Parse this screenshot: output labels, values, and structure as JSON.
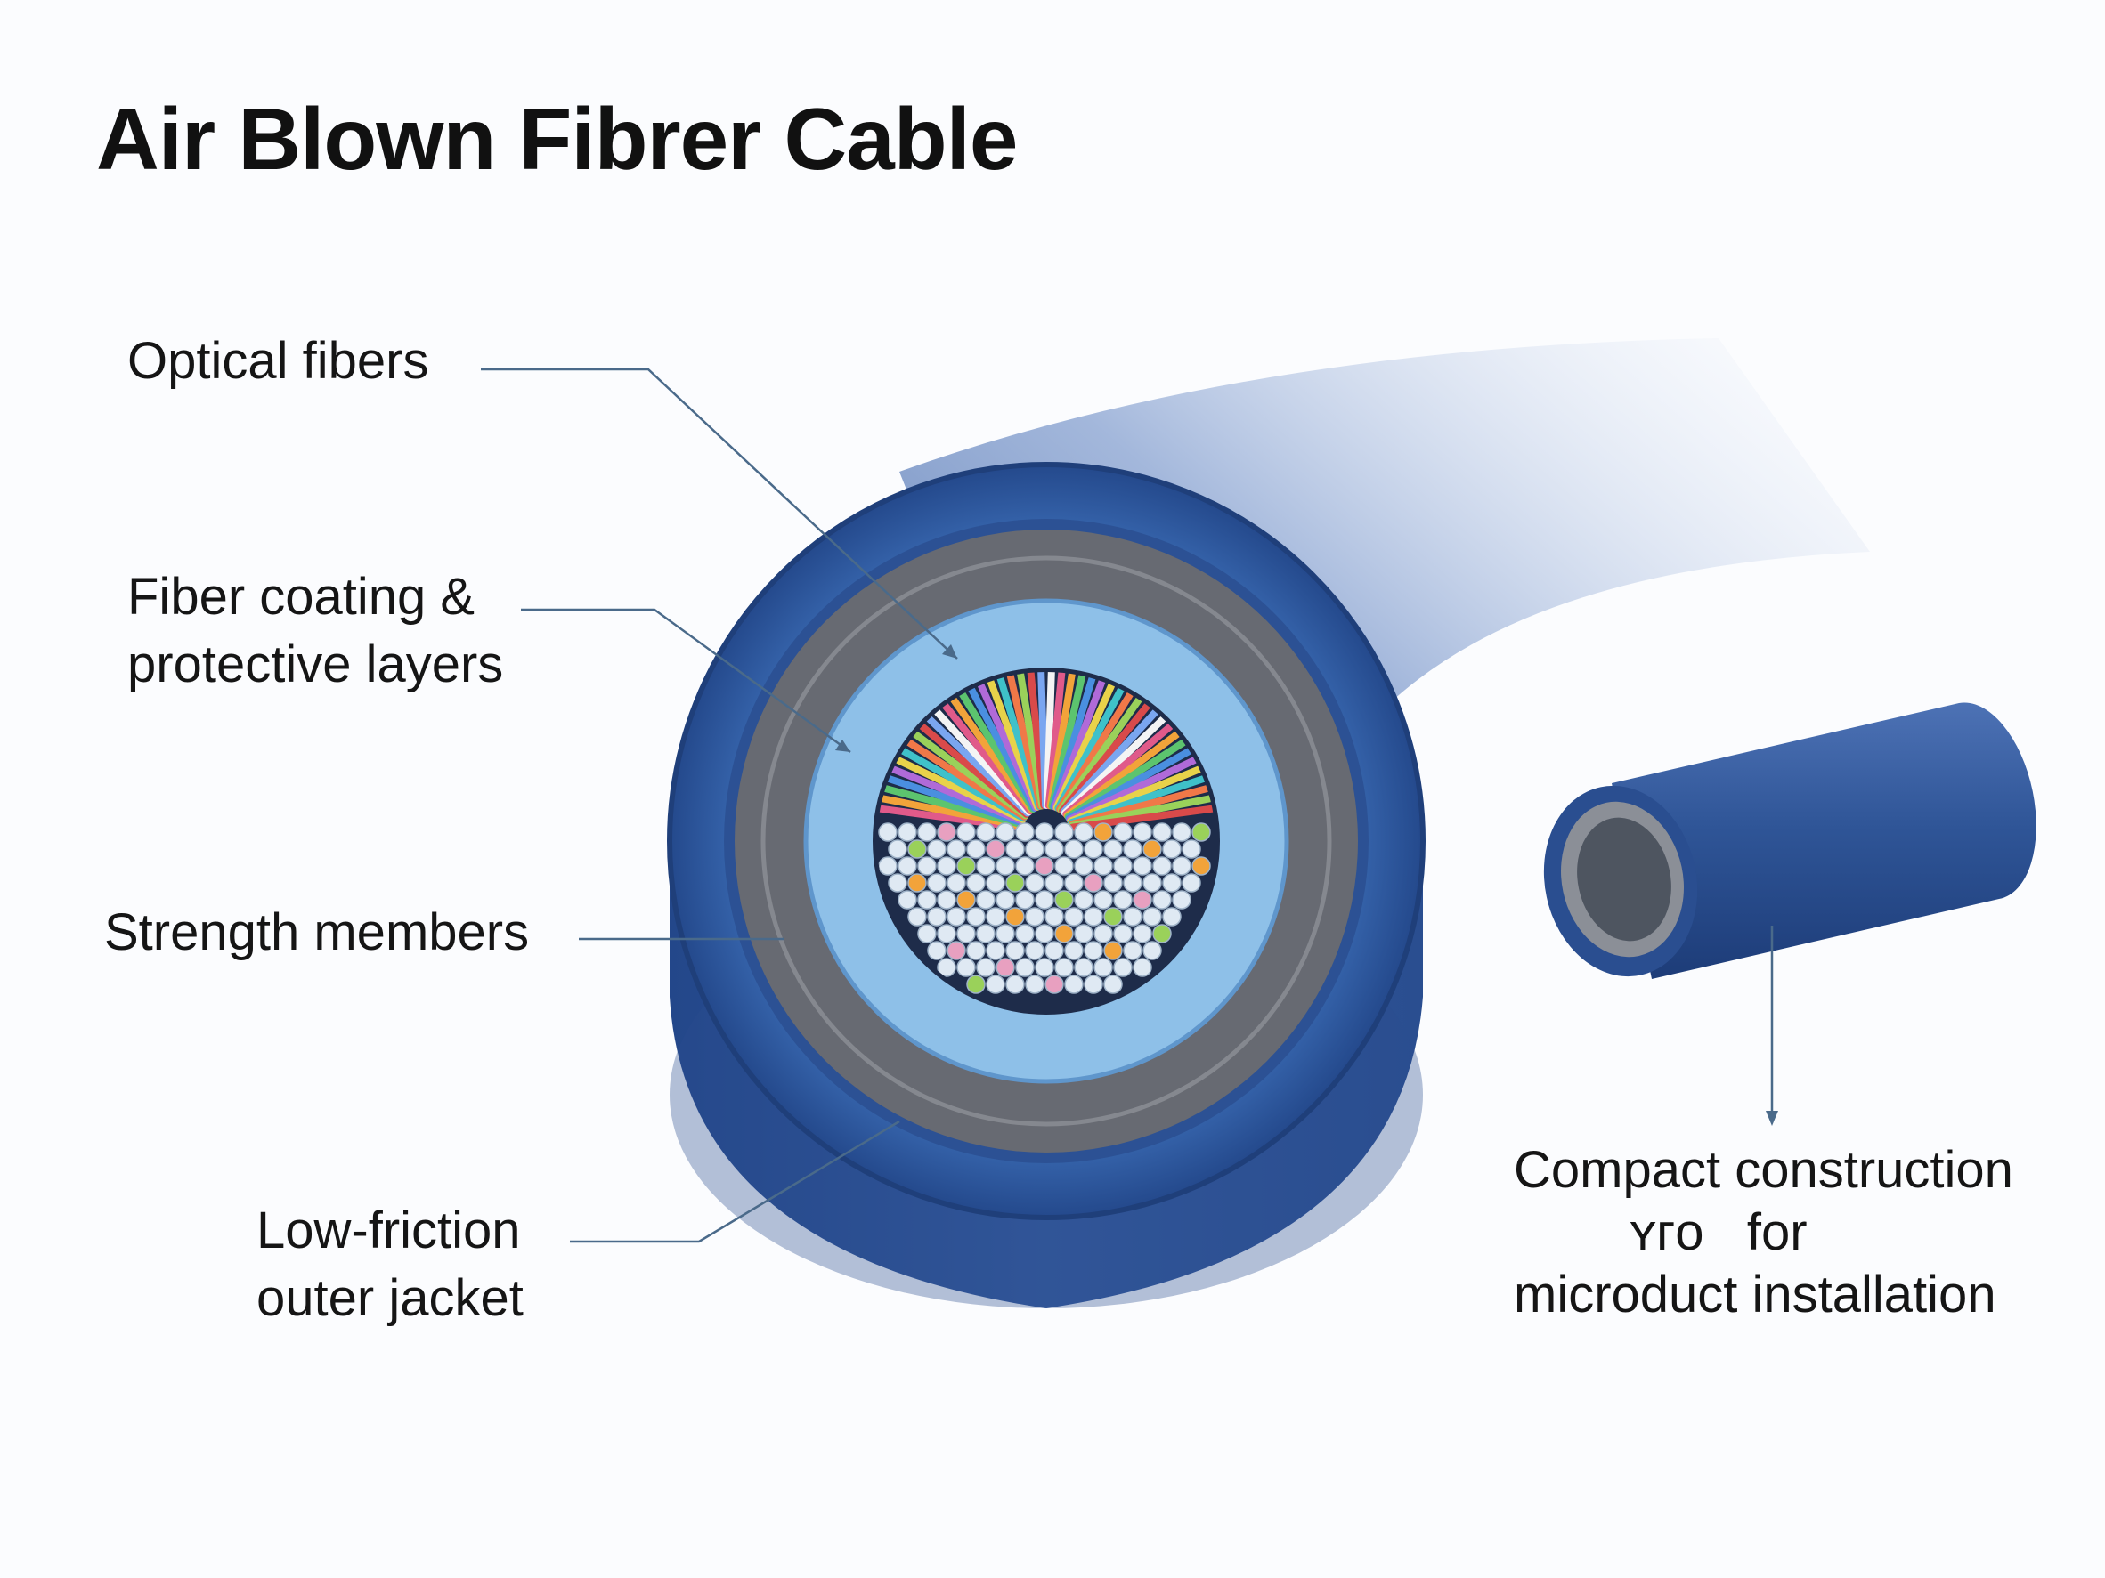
{
  "title": "Air Blown Fibrer Cable",
  "labels": {
    "optical_fibers": "Optical fibers",
    "coating_line1": "Fiber coating &",
    "coating_line2": "protective layers",
    "strength_members": "Strength members",
    "jacket_line1": "Low-friction",
    "jacket_line2": "outer jacket",
    "compact_line1": "Compact construction",
    "compact_line2": "ʏгo   for",
    "compact_line3": "microduct installation"
  },
  "colors": {
    "jacket": "#2f5597",
    "jacket_dark": "#1f3f7a",
    "gray_layer": "#62656c",
    "light_blue_layer": "#8ec0e8",
    "leader_line": "#4a6a8a"
  }
}
